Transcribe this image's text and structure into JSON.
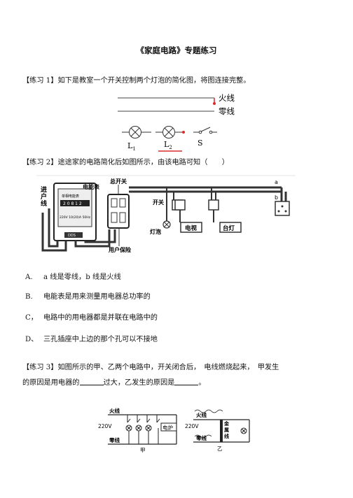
{
  "title": "《家庭电路》专题练习",
  "ex1": {
    "text": "【练习 1】如下是教室一个开关控制两个灯泡的简化图，将图连接完整。",
    "fire_label": "火线",
    "zero_label": "零线",
    "l1": "L",
    "l1_sub": "1",
    "l2": "L",
    "l2_sub": "2",
    "s": "S"
  },
  "ex2": {
    "text": "【练习 2】途途家的电路简化后如图所示，由该电路可知（　　）",
    "labels": {
      "incoming1": "进",
      "incoming2": "户",
      "incoming3": "线",
      "meter": "电能表",
      "main_switch": "总开关",
      "switch": "开关",
      "lamp": "灯泡",
      "tv": "电视",
      "desk_lamp": "台灯",
      "fuse": "用户保险",
      "a": "a",
      "b": "b",
      "meter_face1": "单相电能表",
      "meter_face2": "2 0 8 1 2",
      "meter_face3": "220V 10(20)A 50Hz",
      "meter_brand": "DDS"
    },
    "options": [
      {
        "key": "A.",
        "text": "a 线是零线，b 线是火线"
      },
      {
        "key": "B.",
        "text": "电能表是用来测量用电器总功率的"
      },
      {
        "key": "C，",
        "text": "电路中的用电器都是并联在电路中的"
      },
      {
        "key": "D、",
        "text": "三孔插座中上边的那个孔可以不接地"
      }
    ]
  },
  "ex3": {
    "line1": "【练习 3】如图所示的甲、乙两个电路中，开关闭合后，　电线燃烧起来，　甲发生",
    "line2_a": "的原因是用电器的",
    "line2_b": "过大，乙发生的原因是",
    "line2_c": "。",
    "left": {
      "fire": "火线",
      "zero": "零线",
      "voltage": "220V",
      "stove": "电炉",
      "caption": "甲"
    },
    "right": {
      "fire": "火线",
      "zero": "零线",
      "voltage": "220V",
      "metal1": "金",
      "metal2": "属",
      "metal3": "线",
      "caption": "乙"
    }
  },
  "colors": {
    "red": "#d92b2b",
    "wire": "#333333"
  }
}
